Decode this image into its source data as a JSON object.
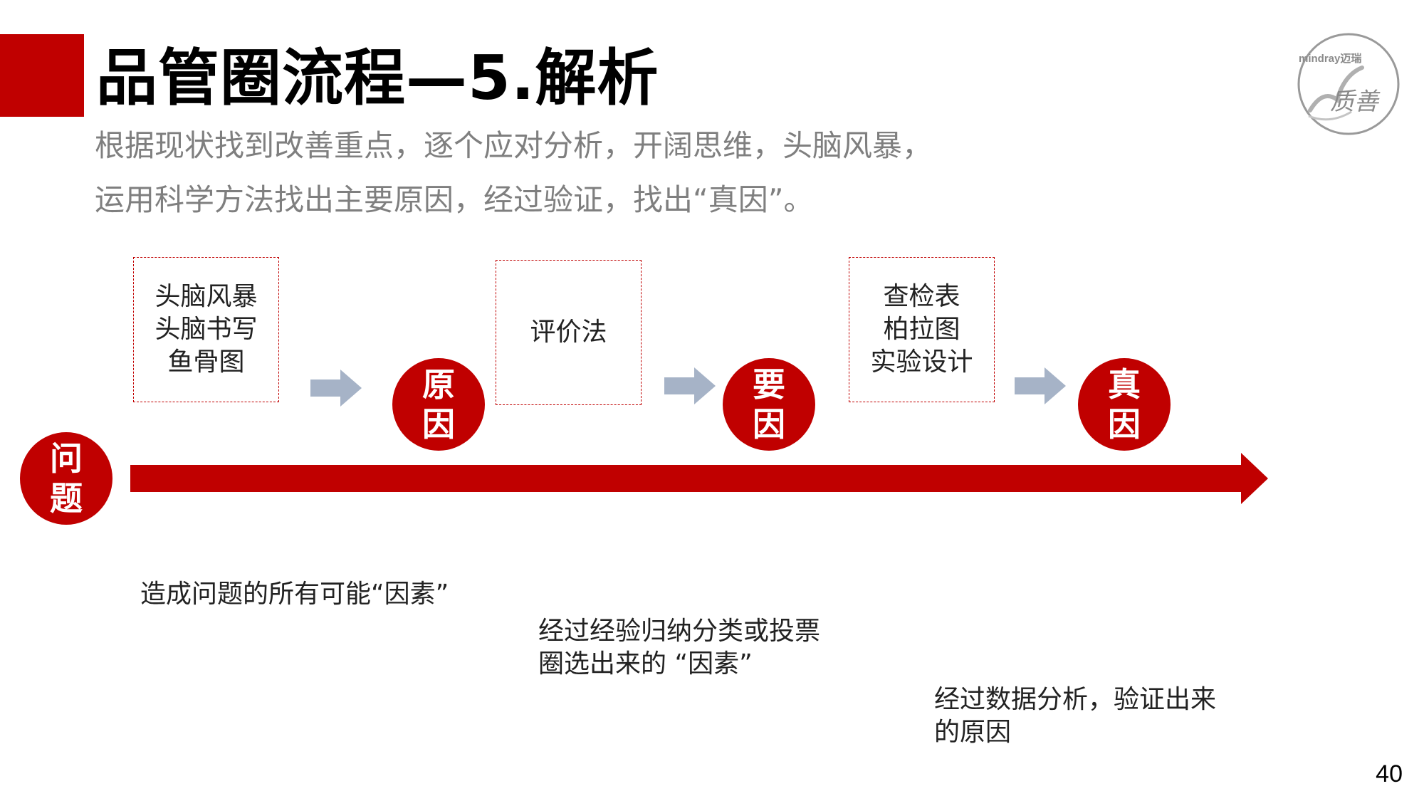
{
  "title": "品管圈流程—5.解析",
  "subtitle": {
    "line1": "根据现状找到改善重点，逐个应对分析，开阔思维，头脑风暴，",
    "line2": "运用科学方法找出主要原因，经过验证，找出“真因”。"
  },
  "logo": {
    "brand": "mindray迈瑞",
    "text": "质善"
  },
  "tool_boxes": [
    {
      "lines": [
        "头脑风暴",
        "头脑书写",
        "鱼骨图"
      ]
    },
    {
      "lines": [
        "评价法"
      ]
    },
    {
      "lines": [
        "查检表",
        "柏拉图",
        "实验设计"
      ]
    }
  ],
  "stages": [
    {
      "line1": "问",
      "line2": "题"
    },
    {
      "line1": "原",
      "line2": "因"
    },
    {
      "line1": "要",
      "line2": "因"
    },
    {
      "line1": "真",
      "line2": "因"
    }
  ],
  "descriptions": [
    {
      "lines": [
        "造成问题的所有可能“因素”"
      ]
    },
    {
      "lines": [
        "经过经验归纳分类或投票",
        "圈选出来的 “因素”"
      ]
    },
    {
      "lines": [
        "经过数据分析，验证出来",
        "的原因"
      ]
    }
  ],
  "page_number": "40",
  "colors": {
    "accent": "#c00000",
    "subtitle": "#7f7f7f",
    "arrow": "#a6b3c7"
  }
}
